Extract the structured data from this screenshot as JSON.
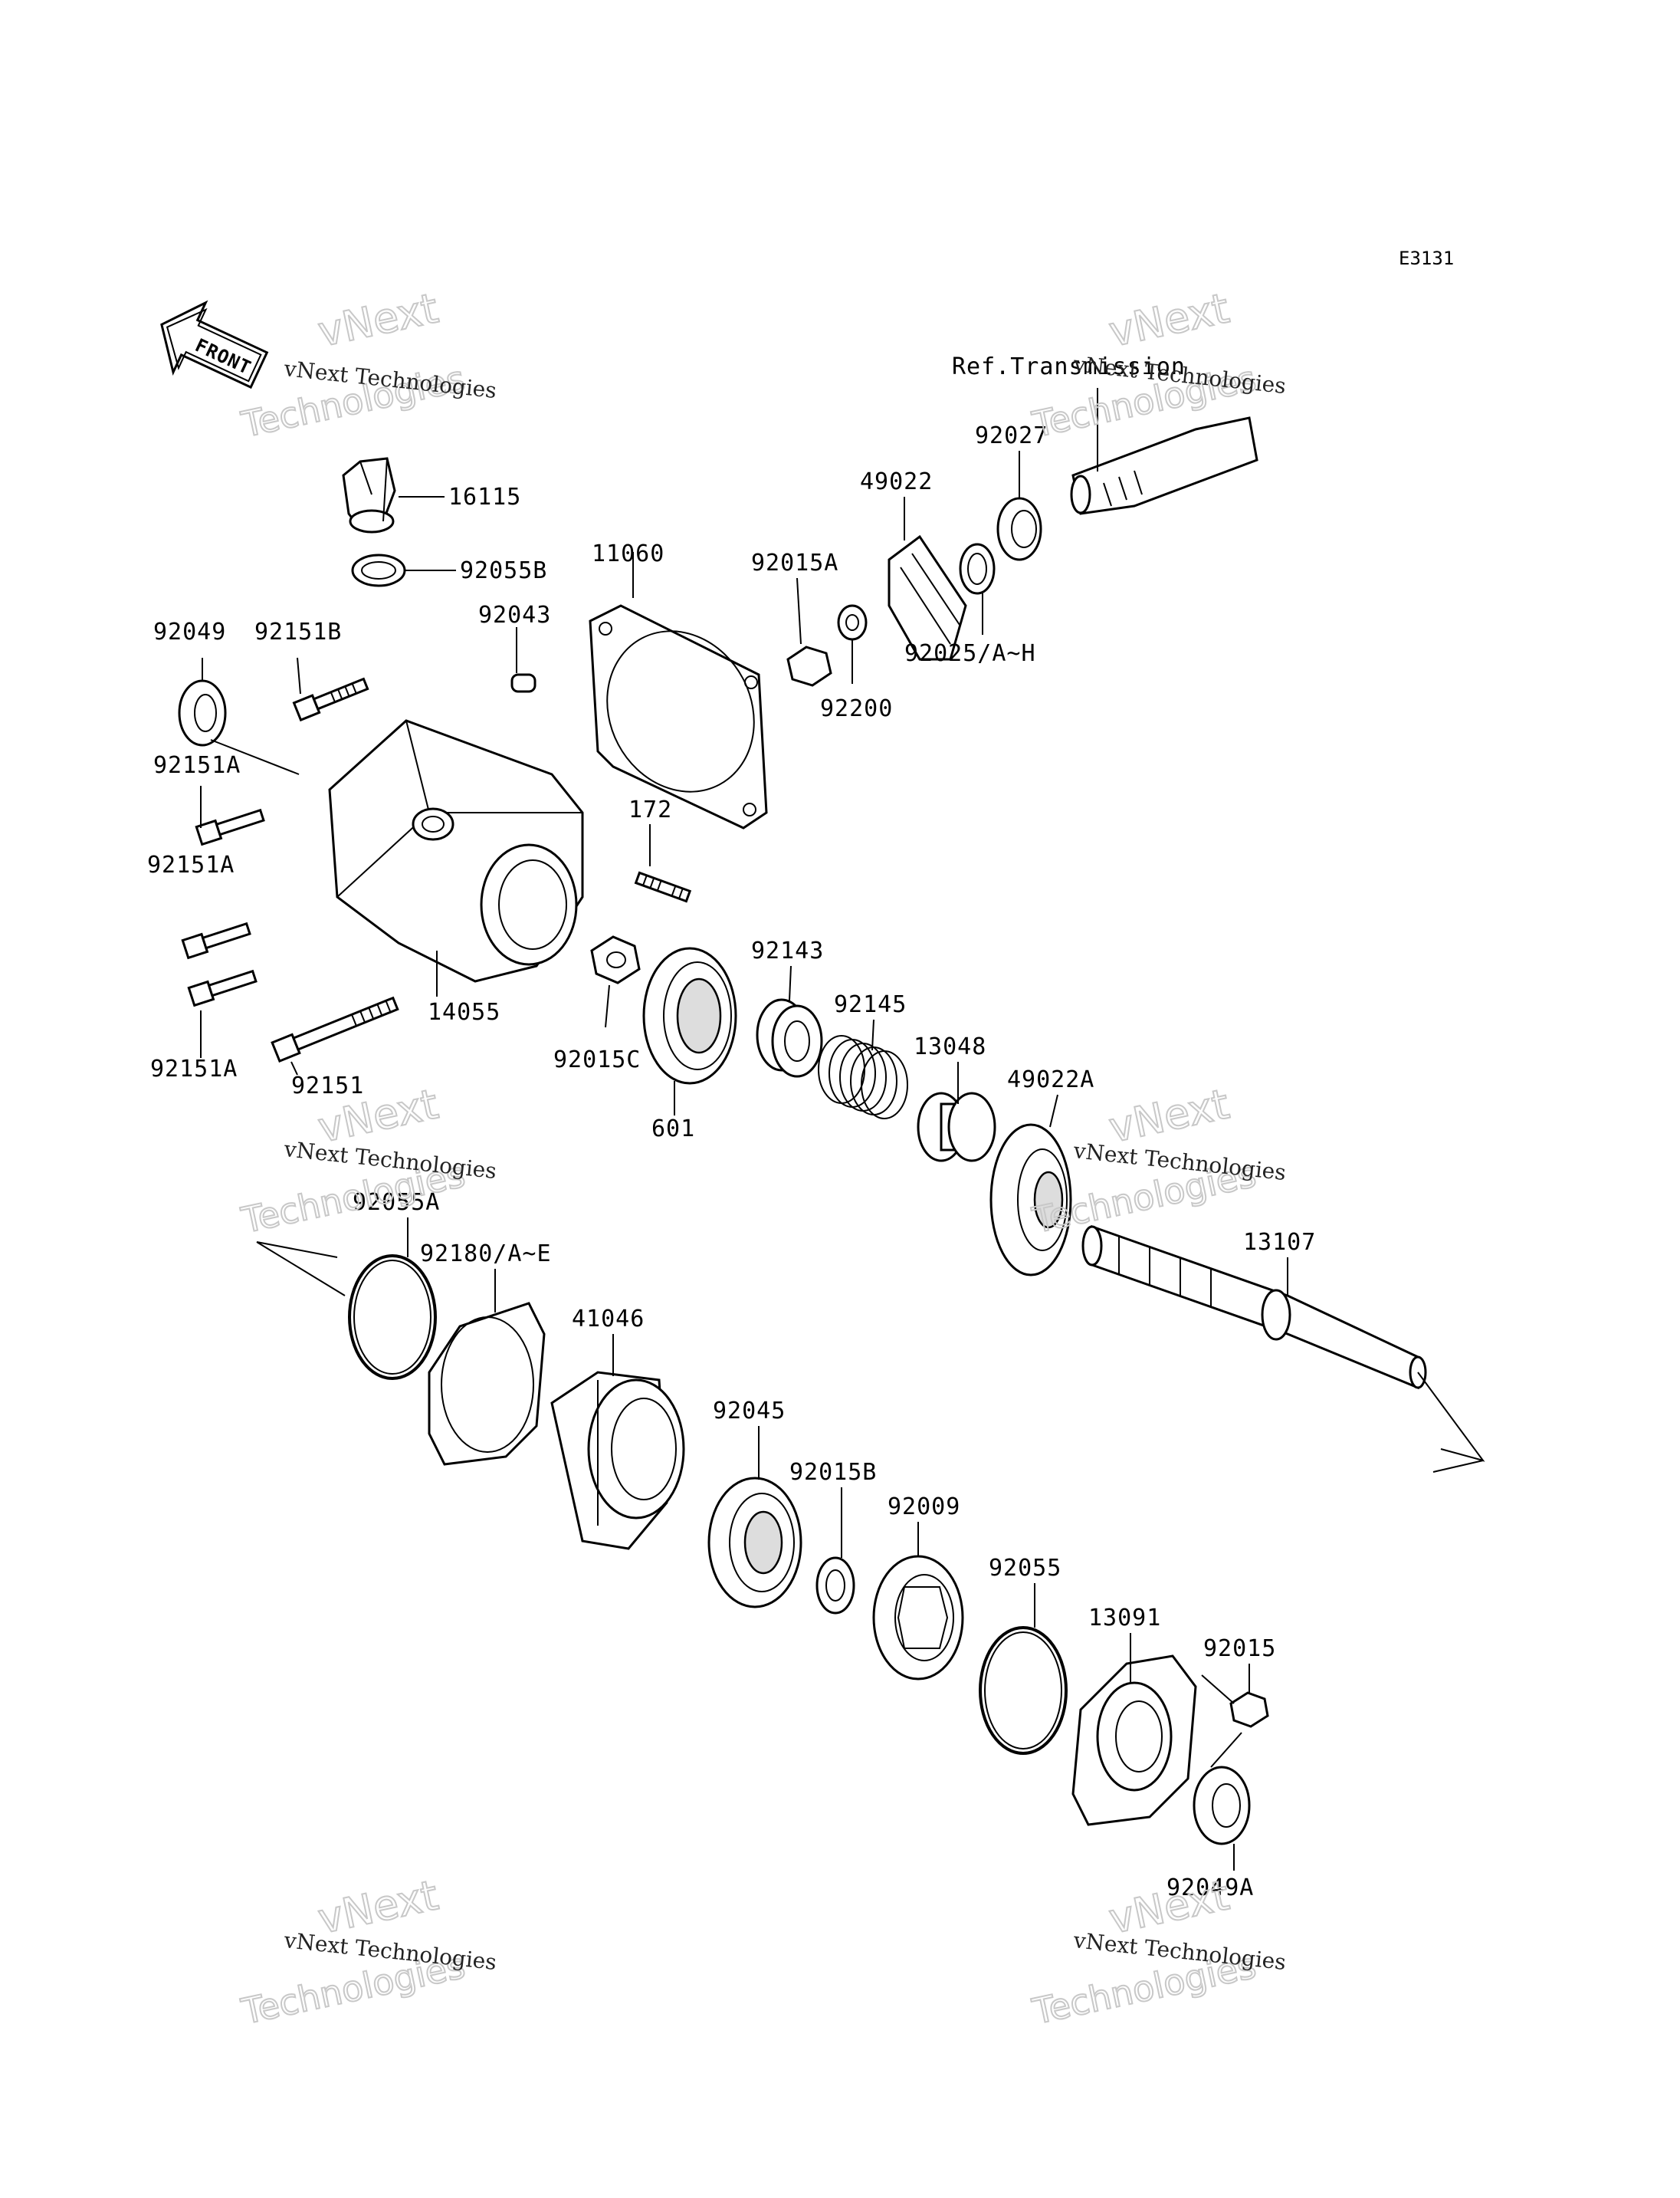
{
  "diagram_code": "E3131",
  "front_arrow_label": "FRONT",
  "reference_label": "Ref.Transmission",
  "watermark": {
    "line1": "vNext Technologies",
    "line2": "vNext",
    "line3": "Technologies"
  },
  "parts": [
    "16115",
    "92055B",
    "11060",
    "92043",
    "92049",
    "92151B",
    "92151A",
    "92151A",
    "172",
    "92151A",
    "14055",
    "92151",
    "92015C",
    "601",
    "92143",
    "92145",
    "13048",
    "49022A",
    "92015A",
    "92200",
    "49022",
    "92025/A~H",
    "92027",
    "92055A",
    "92180/A~E",
    "41046",
    "13107",
    "92045",
    "92015B",
    "92009",
    "92055",
    "13091",
    "92015",
    "92049A"
  ]
}
